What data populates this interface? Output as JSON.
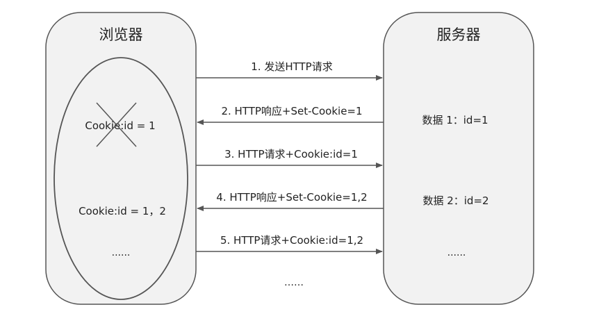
{
  "browser": {
    "title": "浏览器",
    "cookie_deleted": "Cookie:id = 1",
    "cookie_current": "Cookie:id = 1，2",
    "ellipsis": "......"
  },
  "server": {
    "title": "服务器",
    "data1": "数据 1：id=1",
    "data2": "数据 2：id=2",
    "ellipsis": "......"
  },
  "messages": [
    {
      "label": "1. 发送HTTP请求",
      "direction": "to-server"
    },
    {
      "label": "2. HTTP响应+Set-Cookie=1",
      "direction": "to-browser"
    },
    {
      "label": "3. HTTP请求+Cookie:id=1",
      "direction": "to-server"
    },
    {
      "label": "4. HTTP响应+Set-Cookie=1,2",
      "direction": "to-browser"
    },
    {
      "label": "5. HTTP请求+Cookie:id=1,2",
      "direction": "to-server"
    }
  ],
  "footer_ellipsis": "……",
  "colors": {
    "box_fill": "#f2f2f2",
    "stroke": "#555555",
    "text": "#222222"
  }
}
